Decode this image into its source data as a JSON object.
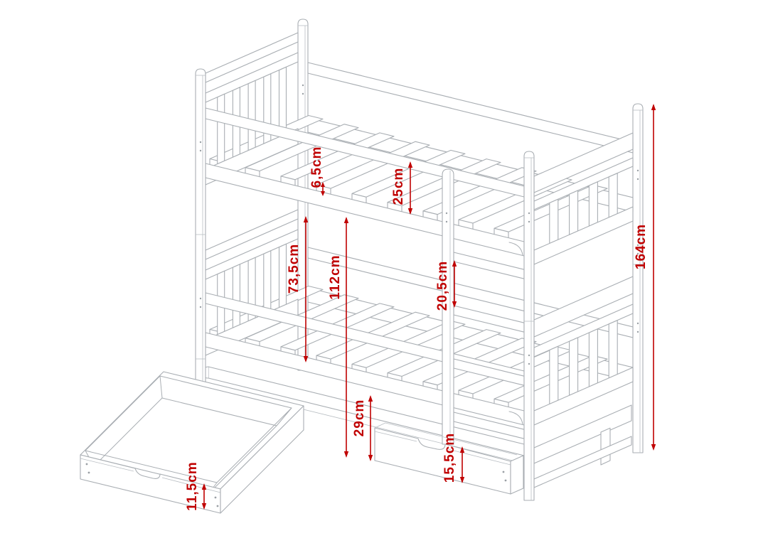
{
  "page": {
    "background": "#ffffff",
    "line_color": "#a9aeb3",
    "dimension_color": "#c00000",
    "subject": "bunk bed with ladder, trundle and storage drawers - technical dimension drawing",
    "units": "cm"
  },
  "dimensions": {
    "slat_frame_depth": {
      "label": "6,5cm"
    },
    "upper_bunk_rail_depth": {
      "label": "25cm"
    },
    "clearance_between_bunks": {
      "label": "73,5cm"
    },
    "floor_to_upper_slats": {
      "label": "112cm"
    },
    "ladder_rung_spacing": {
      "label": "20,5cm"
    },
    "total_height": {
      "label": "164cm"
    },
    "floor_to_lower_bunk": {
      "label": "29cm"
    },
    "bed_drawer_front_height": {
      "label": "15,5cm"
    },
    "storage_drawer_height": {
      "label": "11,5cm"
    }
  }
}
